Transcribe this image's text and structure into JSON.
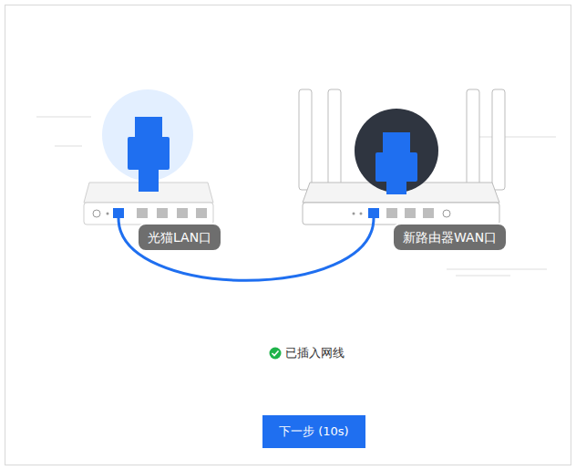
{
  "diagram": {
    "nodes": [
      {
        "text": [
          "光猫LAN口"
        ]
      },
      {
        "text": [
          "新路由器WAN口"
        ]
      },
      {
        "text": [
          "下一步 (10s)"
        ]
      }
    ],
    "labels": [
      "已插入网线"
    ]
  }
}
